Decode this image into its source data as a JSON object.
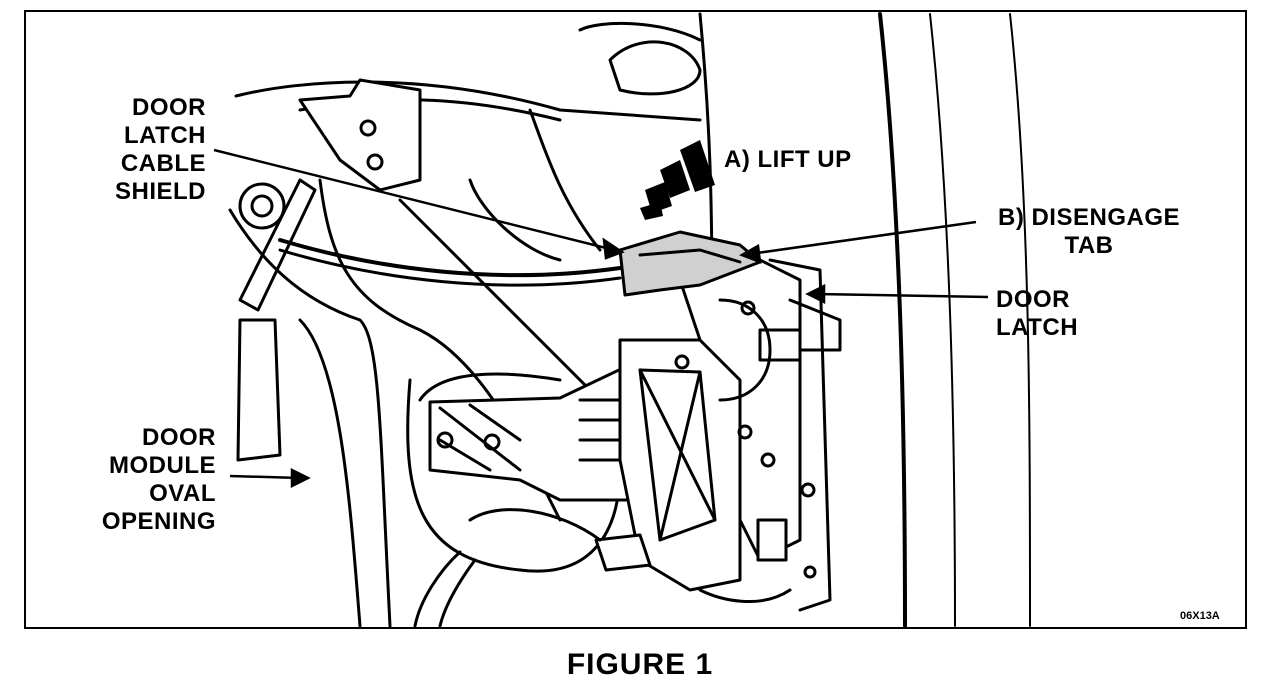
{
  "callouts": {
    "cable_shield": "DOOR\nLATCH\nCABLE\nSHIELD",
    "oval_opening": "DOOR\nMODULE\nOVAL\nOPENING",
    "lift_up": "A)  LIFT  UP",
    "disengage_tab": "B)  DISENGAGE\nTAB",
    "door_latch": "DOOR\nLATCH"
  },
  "figure_code": "06X13A",
  "caption": "FIGURE 1"
}
